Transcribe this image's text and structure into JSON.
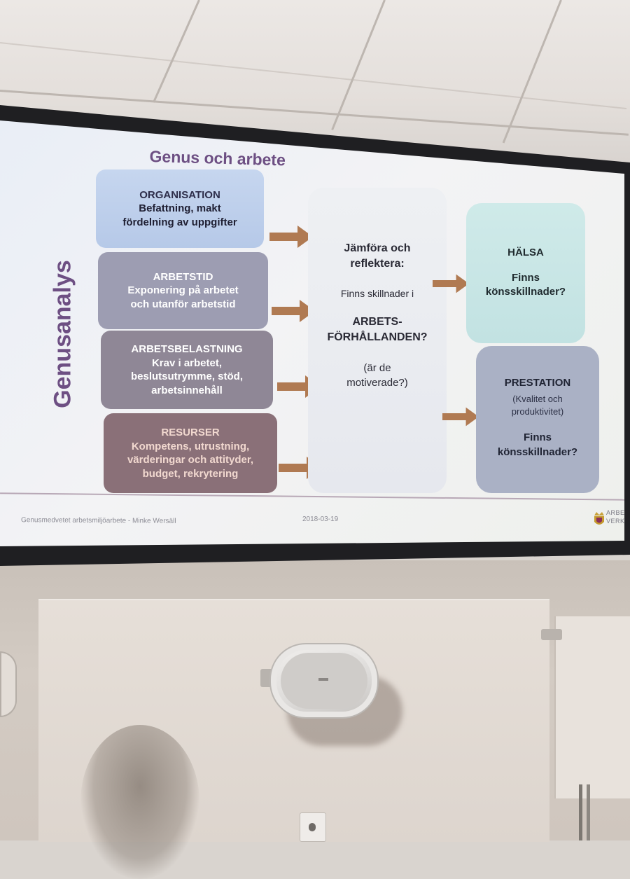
{
  "slide": {
    "title": "Genus och arbete",
    "side_label": "Genusanalys",
    "left_boxes": [
      {
        "title": "ORGANISATION",
        "lines": [
          "Befattning, makt",
          "fördelning av uppgifter"
        ]
      },
      {
        "title": "ARBETSTID",
        "lines": [
          "Exponering på arbetet",
          "och utanför arbetstid"
        ]
      },
      {
        "title": "ARBETSBELASTNING",
        "lines": [
          "Krav i arbetet,",
          "beslutsutrymme, stöd,",
          "arbetsinnehåll"
        ]
      },
      {
        "title": "RESURSER",
        "lines": [
          "Kompetens, utrustning,",
          "värderingar och attityder,",
          "budget, rekrytering"
        ]
      }
    ],
    "center": {
      "heading_1": "Jämföra och",
      "heading_2": "reflektera:",
      "sub": "Finns skillnader i",
      "strong_1": "ARBETS-",
      "strong_2": "FÖRHÅLLANDEN?",
      "note_1": "(är de",
      "note_2": "motiverade?)"
    },
    "health": {
      "title": "HÄLSA",
      "line_1": "Finns",
      "line_2": "könsskillnader?"
    },
    "performance": {
      "title": "PRESTATION",
      "sub_1": "(Kvalitet och",
      "sub_2": "produktivitet)",
      "line_1": "Finns",
      "line_2": "könsskillnader?"
    },
    "footer": {
      "left": "Genusmedvetet arbetsmiljöarbete - Minke Wersäll",
      "date": "2018-03-19",
      "brand_1": "ARBETS-",
      "brand_2": "VERKET"
    }
  },
  "colors": {
    "title_purple": "#6d4f83",
    "arrow_brown": "#b07a52",
    "box_blue": "#c6d6ef",
    "box_grey": "#9d9db2",
    "box_mauve": "#8f8796",
    "box_rose": "#8a7078",
    "health_teal": "#cfeae9",
    "performance_slate": "#aab1c5"
  }
}
